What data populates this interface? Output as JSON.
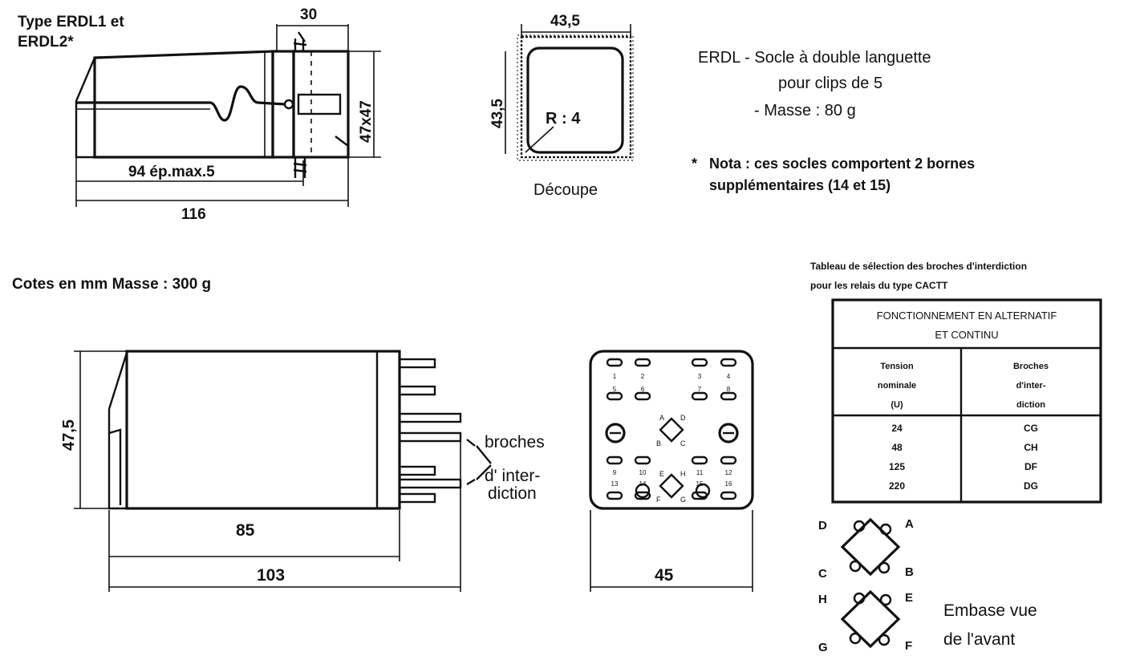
{
  "header": {
    "type_line1": "Type ERDL1 et",
    "type_line2": "ERDL2*"
  },
  "top_drawing": {
    "dim_30": "30",
    "dim_47x47": "47x47",
    "dim_94": "94  ép.max.5",
    "dim_116": "116"
  },
  "cutout": {
    "dim_width": "43,5",
    "dim_height": "43,5",
    "radius": "R : 4",
    "caption": "Découpe"
  },
  "erdl_text": {
    "line1": "ERDL  -  Socle à double languette",
    "line2": "pour clips de 5",
    "line3": "-  Masse  :  80 g",
    "nota_line1": "Nota : ces socles comportent 2 bornes",
    "nota_line2": "supplémentaires (14 et 15)",
    "nota_marker": "*"
  },
  "mass_note": "Cotes en mm Masse : 300 g",
  "relay": {
    "dim_height": "47,5",
    "dim_85": "85",
    "dim_103": "103",
    "label_broches": "broches",
    "label_interdiction_1": "d' inter-",
    "label_interdiction_2": "diction"
  },
  "base_plate": {
    "dim_45": "45",
    "pin_numbers_top": [
      "1",
      "2",
      "3",
      "4"
    ],
    "pin_numbers_mid": [
      "5",
      "6",
      "7",
      "8"
    ],
    "pin_numbers_low": [
      "9",
      "10",
      "11",
      "12"
    ],
    "pin_numbers_bottom": [
      "13",
      "14",
      "15",
      "16"
    ],
    "letters_upper": [
      "A",
      "D",
      "B",
      "C"
    ],
    "letters_lower": [
      "E",
      "H",
      "F",
      "G"
    ]
  },
  "table": {
    "caption_line1": "Tableau de sélection des broches d'interdiction",
    "caption_line2": "pour les relais du type CACTT",
    "header_line1": "FONCTIONNEMENT EN ALTERNATIF",
    "header_line2": "ET CONTINU",
    "col1_line1": "Tension",
    "col1_line2": "nominale",
    "col1_line3": "(U)",
    "col2_line1": "Broches",
    "col2_line2": "d'inter-",
    "col2_line3": "diction",
    "rows": [
      {
        "tension": "24",
        "broches": "CG"
      },
      {
        "tension": "48",
        "broches": "CH"
      },
      {
        "tension": "125",
        "broches": "DF"
      },
      {
        "tension": "220",
        "broches": "DG"
      }
    ]
  },
  "embase": {
    "diamond1_letters": [
      "D",
      "A",
      "C",
      "B"
    ],
    "diamond2_letters": [
      "H",
      "E",
      "G",
      "F"
    ],
    "caption_line1": "Embase vue",
    "caption_line2": "de l'avant"
  }
}
